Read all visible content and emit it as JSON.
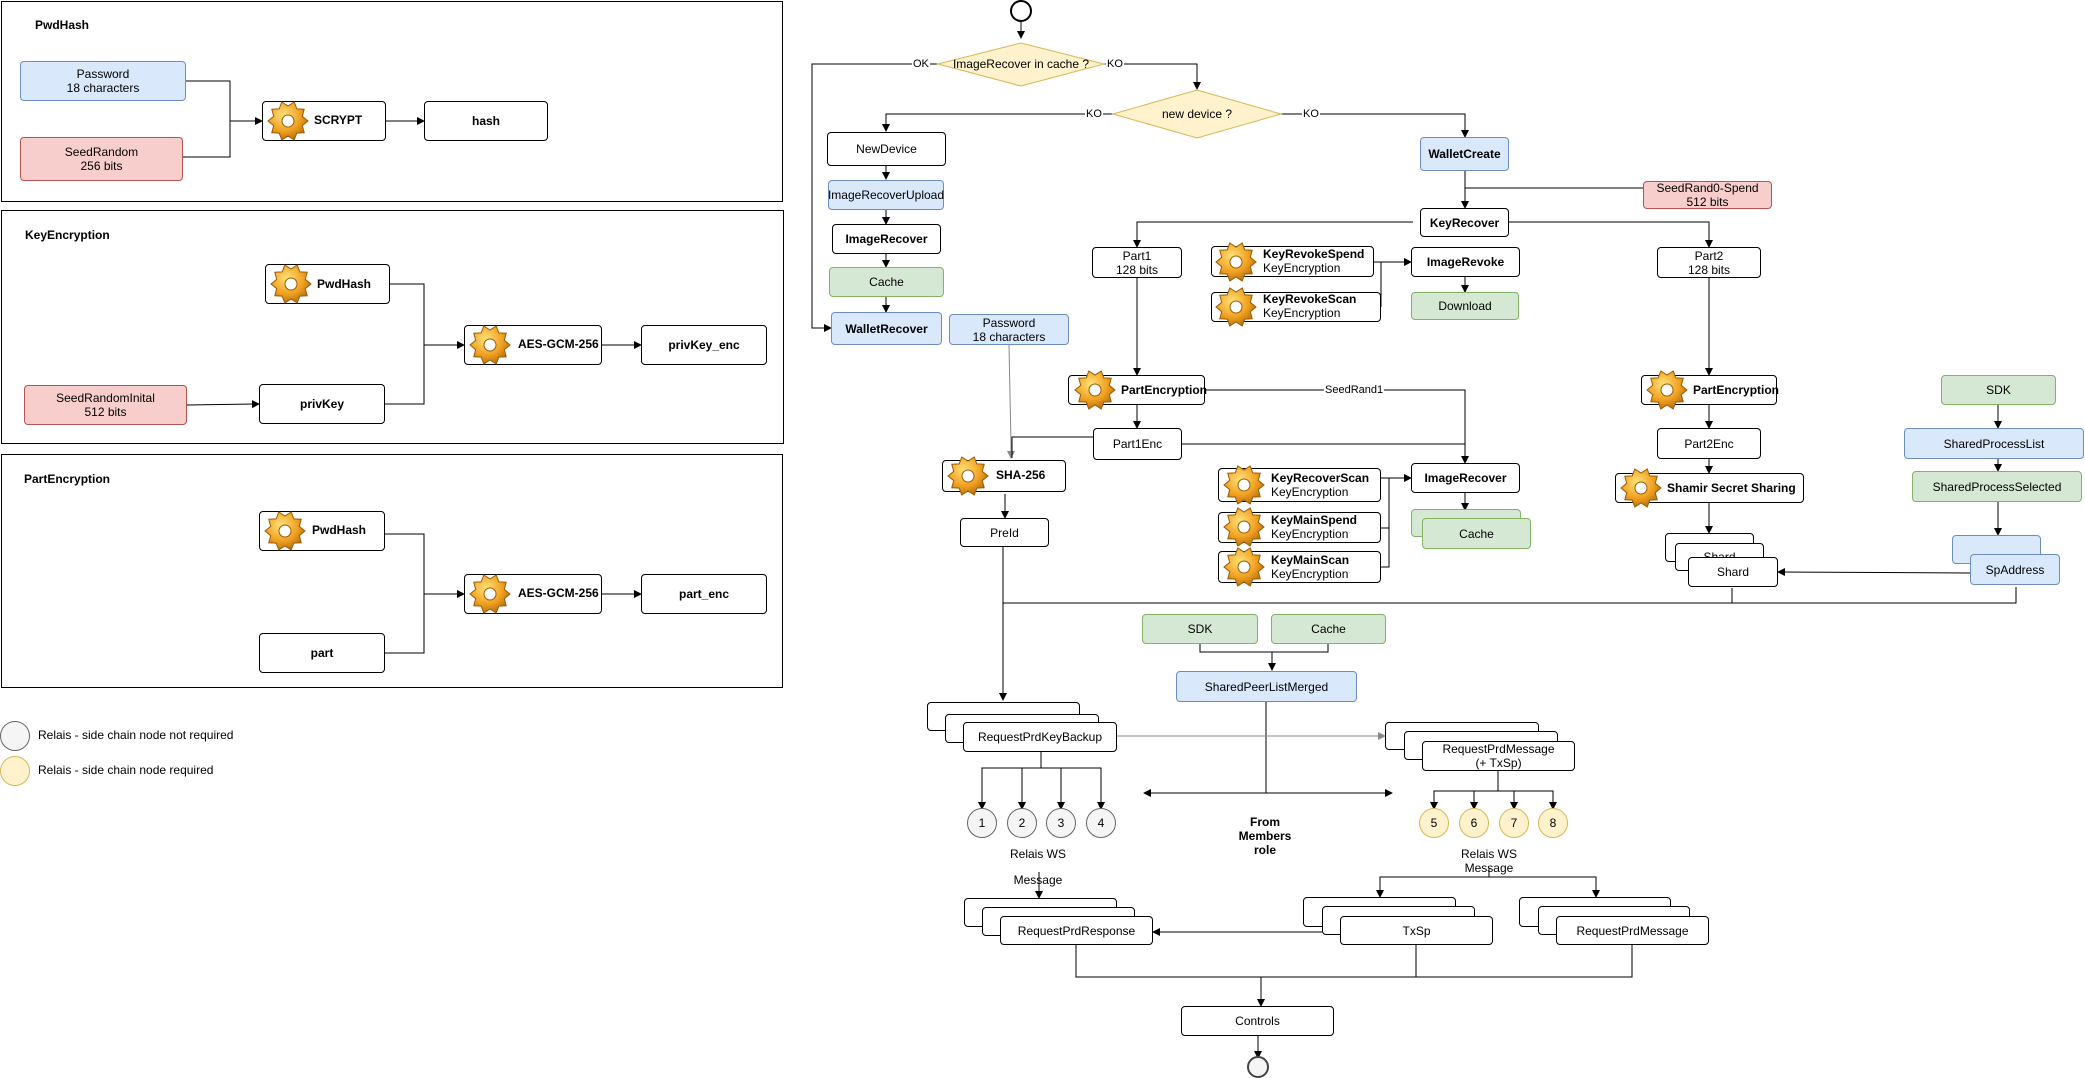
{
  "frames": {
    "pwdhash": "PwdHash",
    "keyencryption": "KeyEncryption",
    "partencryption": "PartEncryption"
  },
  "left": {
    "password": "Password\n18 characters",
    "seedrandom": "SeedRandom\n256 bits",
    "scrypt": "SCRYPT",
    "hash": "hash",
    "pwdhash1": "PwdHash",
    "aes1": "AES-GCM-256",
    "privkey_enc": "privKey_enc",
    "seedrandominital": "SeedRandomInital\n512 bits",
    "privkey": "privKey",
    "pwdhash2": "PwdHash",
    "aes2": "AES-GCM-256",
    "part_enc": "part_enc",
    "part": "part"
  },
  "legend": {
    "not_required": "Relais - side chain node not required",
    "required": "Relais - side chain node required"
  },
  "flow": {
    "cache_q": "ImageRecover in cache ?",
    "new_device_q": "new device ?",
    "ok": "OK",
    "ko": "KO",
    "newdevice": "NewDevice",
    "imagerecoverupload": "ImageRecoverUpload",
    "imagerecover1": "ImageRecover",
    "cache1": "Cache",
    "walletrecover": "WalletRecover",
    "password2": "Password\n18 characters",
    "sha256": "SHA-256",
    "preid": "PreId",
    "walletcreate": "WalletCreate",
    "seedrand0": "SeedRand0-Spend\n512 bits",
    "keyrecover": "KeyRecover",
    "part1": "Part1\n128 bits",
    "part2": "Part2\n128 bits",
    "keyrevokespend": "KeyRevokeSpend",
    "keyrevokescan": "KeyRevokeScan",
    "keyencryption_sub": "KeyEncryption",
    "imagerevoke": "ImageRevoke",
    "download": "Download",
    "partencryption1": "PartEncryption",
    "seedrand1": "SeedRand1",
    "part1enc": "Part1Enc",
    "keyrecoverscan": "KeyRecoverScan",
    "keymainspend": "KeyMainSpend",
    "keymainscan": "KeyMainScan",
    "imagerecover2": "ImageRecover",
    "cache2": "Cache",
    "partencryption2": "PartEncryption",
    "part2enc": "Part2Enc",
    "shamir": "Shamir Secret Sharing",
    "shard_back": "Shard",
    "shard": "Shard",
    "sdk1": "SDK",
    "sharedprocesslist": "SharedProcessList",
    "sharedprocessselected": "SharedProcessSelected",
    "spaddress": "SpAddress",
    "sdk2": "SDK",
    "cache3": "Cache",
    "sharedpeerlistmerged": "SharedPeerListMerged",
    "requestprdkeybackup": "RequestPrdKeyBackup",
    "requestprdmessage1": "RequestPrdMessage\n(+ TxSp)",
    "from_members_role": "From\nMembers\nrole",
    "relais_ws1": "Relais WS",
    "message1": "Message",
    "relais_ws2": "Relais WS\nMessage",
    "requestprdresponse": "RequestPrdResponse",
    "txsp": "TxSp",
    "requestprdmessage2": "RequestPrdMessage",
    "controls": "Controls",
    "n1": "1",
    "n2": "2",
    "n3": "3",
    "n4": "4",
    "n5": "5",
    "n6": "6",
    "n7": "7",
    "n8": "8"
  }
}
